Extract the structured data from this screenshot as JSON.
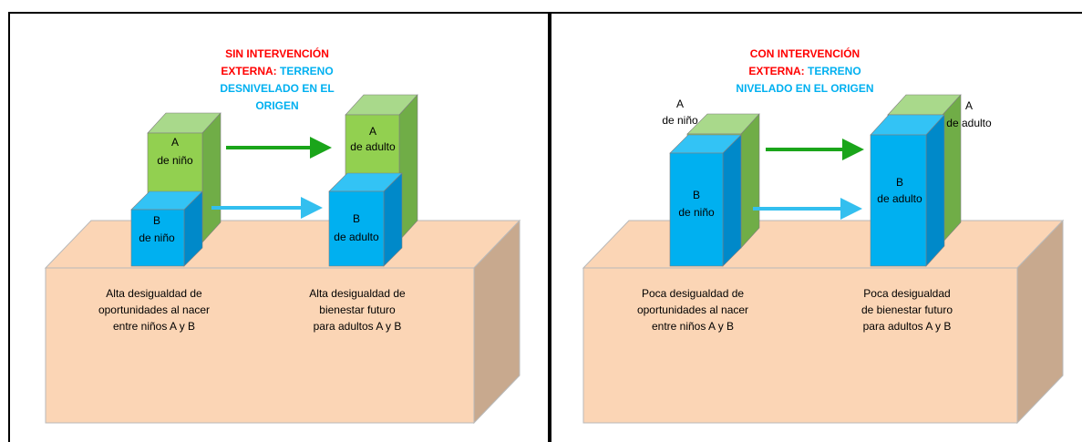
{
  "colors": {
    "title_red": "#ff0000",
    "title_blue": "#00b0f0",
    "green_front": "#92d050",
    "green_side": "#70ad47",
    "green_top": "#a9d98b",
    "blue_front": "#00b0f0",
    "blue_side": "#0089c9",
    "blue_top": "#33c3f5",
    "platform_front": "#fbd5b5",
    "platform_side": "#c8a98e",
    "arrow_green": "#1aa51a",
    "arrow_blue": "#33bfef"
  },
  "left_panel": {
    "title_red_1": "SIN INTERVENCIÓN",
    "title_red_2": "EXTERNA:",
    "title_blue_2": " TERRENO",
    "title_blue_3": "DESNIVELADO EN EL",
    "title_blue_4": "ORIGEN",
    "child_a_1": "A",
    "child_a_2": "de niño",
    "child_b_1": "B",
    "child_b_2": "de niño",
    "adult_a_1": "A",
    "adult_a_2": "de adulto",
    "adult_b_1": "B",
    "adult_b_2": "de adulto",
    "base_left_1": "Alta desigualdad de",
    "base_left_2": "oportunidades al nacer",
    "base_left_3": "entre niños A y B",
    "base_right_1": "Alta desigualdad de",
    "base_right_2": "bienestar futuro",
    "base_right_3": "para adultos A y B"
  },
  "right_panel": {
    "title_red_1": "CON INTERVENCIÓN",
    "title_red_2": "EXTERNA:",
    "title_blue_2": " TERRENO",
    "title_blue_3": "NIVELADO EN EL ORIGEN",
    "child_a_1": "A",
    "child_a_2": "de niño",
    "child_b_1": "B",
    "child_b_2": "de niño",
    "adult_a_1": "A",
    "adult_a_2": "de adulto",
    "adult_b_1": "B",
    "adult_b_2": "de adulto",
    "base_left_1": "Poca desigualdad de",
    "base_left_2": "oportunidades al nacer",
    "base_left_3": "entre niños A y B",
    "base_right_1": "Poca desigualdad",
    "base_right_2": "de bienestar futuro",
    "base_right_3": "para adultos A y B"
  }
}
